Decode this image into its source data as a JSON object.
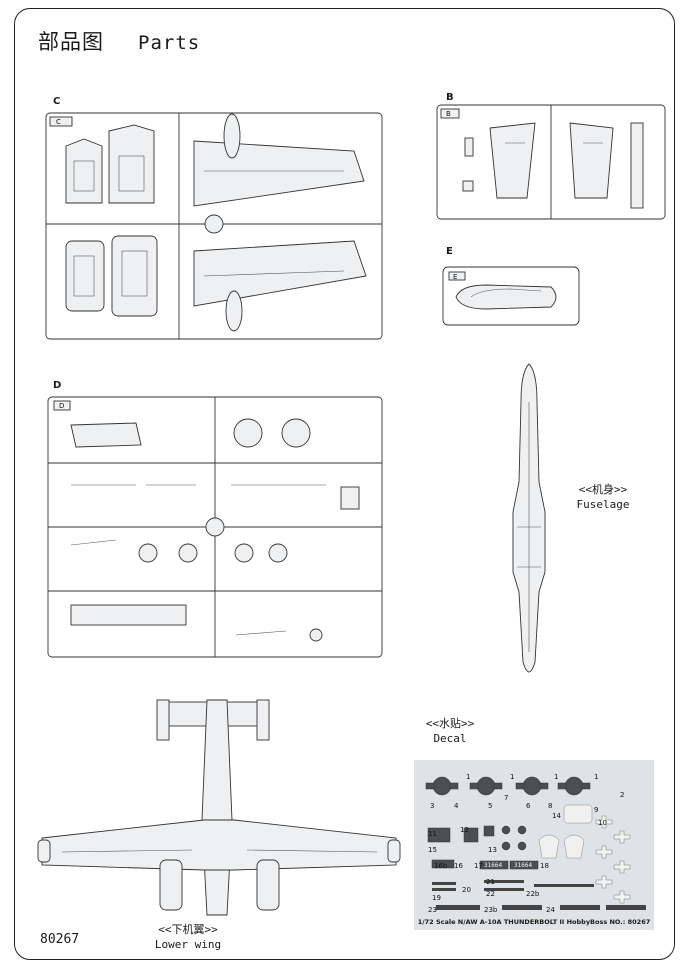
{
  "page": {
    "title_cn": "部品图",
    "title_en": "Parts",
    "product_code": "80267"
  },
  "sprues": {
    "c_label": "C",
    "b_label": "B",
    "e_label": "E",
    "d_label": "D"
  },
  "captions": {
    "fuselage_cn": "<<机身>>",
    "fuselage_en": "Fuselage",
    "lower_wing_cn": "<<下机翼>>",
    "lower_wing_en": "Lower wing",
    "decal_cn": "<<水贴>>",
    "decal_en": "Decal"
  },
  "decal": {
    "footer": "1/72 Scale   N/AW A-10A THUNDERBOLT II   HobbyBoss NO.: 80267",
    "serial_a": "31664",
    "serial_b": "31664",
    "numbers": [
      "1",
      "1",
      "1",
      "1",
      "2",
      "3",
      "4",
      "5",
      "6",
      "7",
      "8",
      "9",
      "10",
      "11",
      "12",
      "13",
      "14",
      "15",
      "16b",
      "16",
      "17",
      "18",
      "19",
      "20",
      "21",
      "22",
      "22b",
      "23",
      "23b",
      "24"
    ]
  }
}
